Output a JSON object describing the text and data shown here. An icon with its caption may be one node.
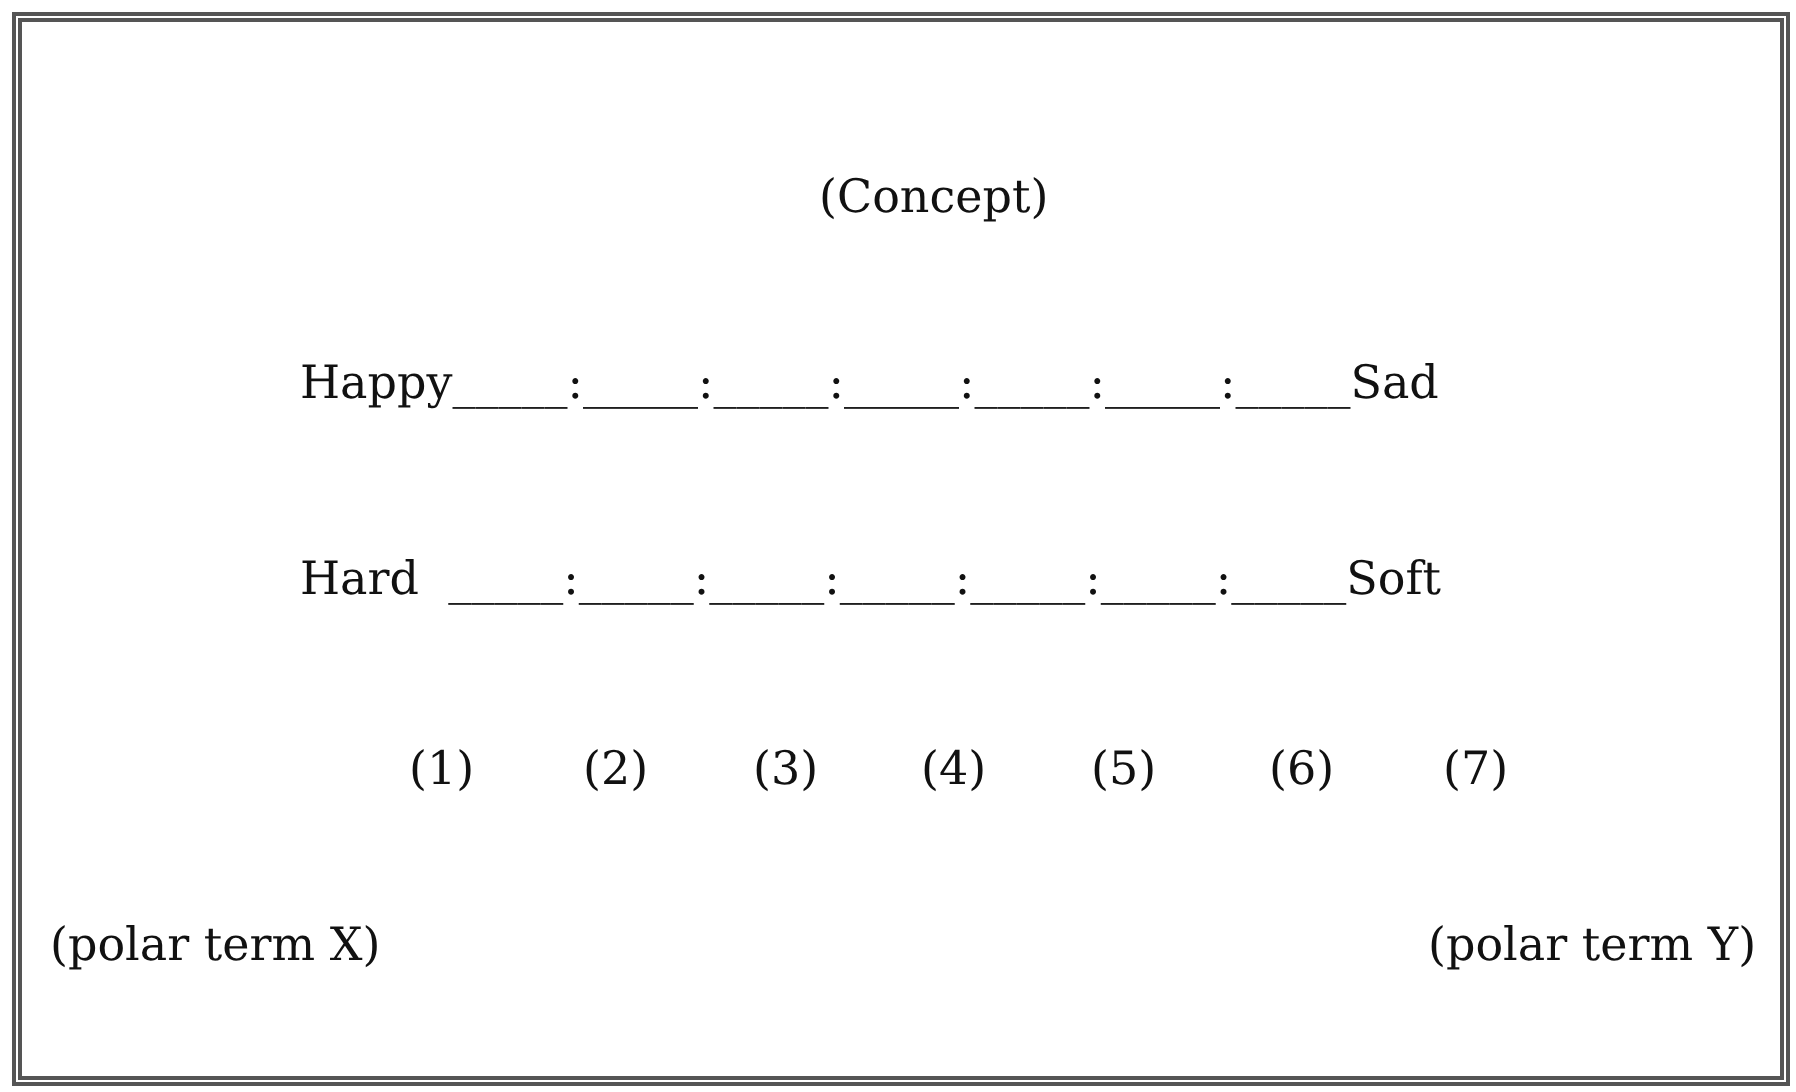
{
  "diagram": {
    "labels": [
      "(Concept)",
      "Happy_____:_____:_____:_____:_____:_____:_____Sad",
      "Hard  _____:_____:_____:_____:_____:_____:_____Soft",
      "(1)",
      "(2)",
      "(3)",
      "(4)",
      "(5)",
      "(6)",
      "(7)",
      "(polar term X)",
      "(polar term Y)"
    ]
  }
}
